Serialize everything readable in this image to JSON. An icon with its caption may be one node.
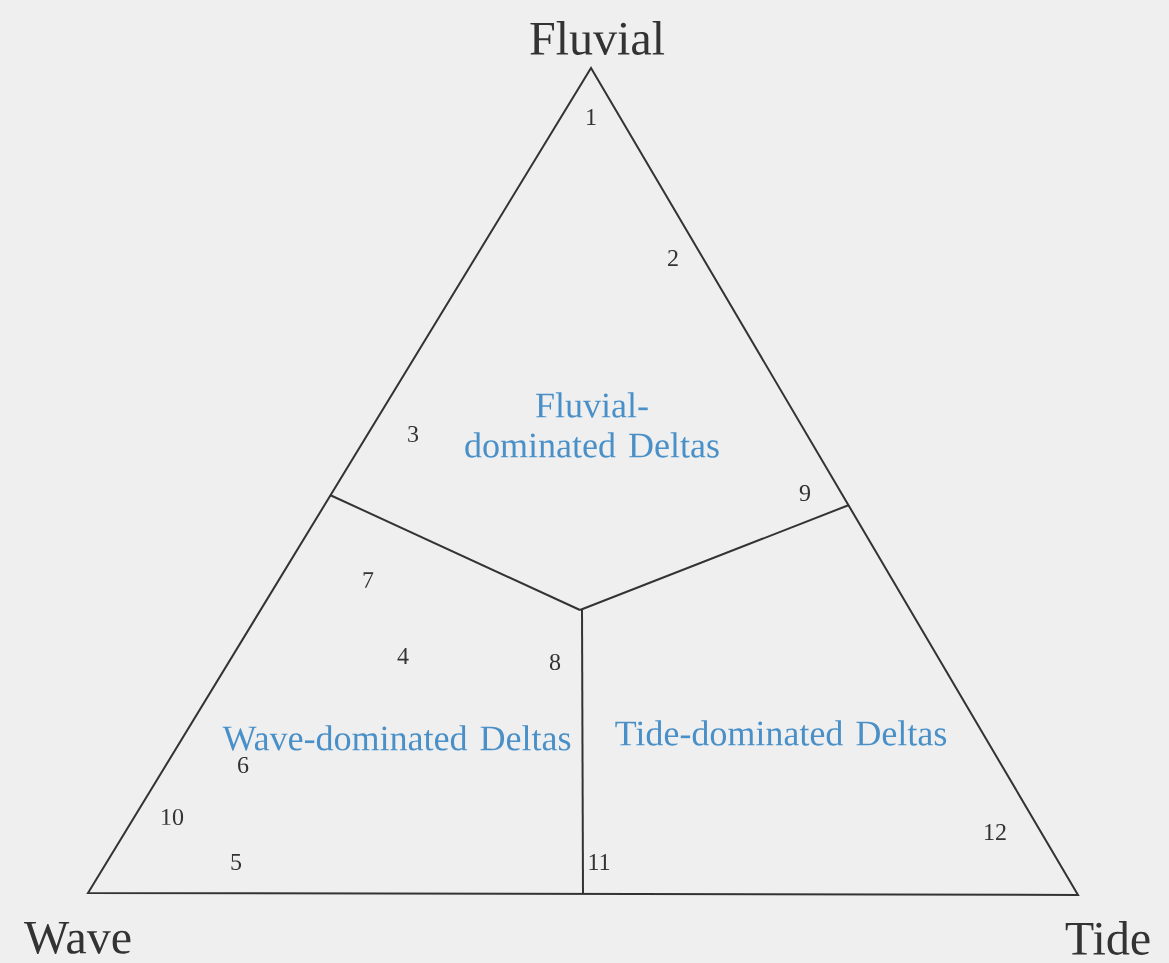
{
  "diagram": {
    "labels": [
      "Fluvial",
      "1",
      "2",
      "Fluvial-dominated Deltas",
      "3",
      "9",
      "7",
      "4",
      "8",
      "Wave-dominated Deltas",
      "Tide-dominated Deltas",
      "6",
      "10",
      "5",
      "11",
      "12",
      "Wave",
      "Tide"
    ]
  }
}
